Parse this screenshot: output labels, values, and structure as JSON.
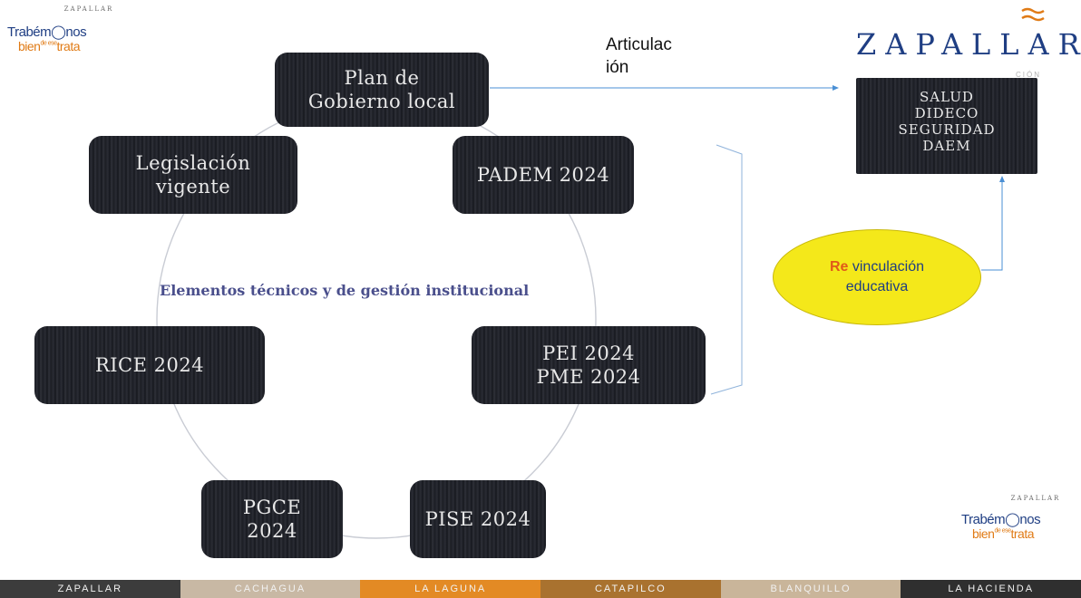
{
  "logo_top_left": {
    "small": "ZAPALLAR",
    "main": "Trabém◯nos",
    "sub_bien": "bien",
    "sub_small": "de ese",
    "sub_trata": "trata"
  },
  "logo_bottom_right": {
    "small": "ZAPALLAR",
    "main": "Trabém◯nos",
    "sub_bien": "bien",
    "sub_small": "de ese",
    "sub_trata": "trata"
  },
  "brand": {
    "name": "ZAPALLAR",
    "sub": "CIÓN"
  },
  "articulacion": "Articulac\nión",
  "cycle_nodes": [
    {
      "label": "Plan de\nGobierno local"
    },
    {
      "label": "PADEM 2024"
    },
    {
      "label": "PEI 2024\nPME 2024"
    },
    {
      "label": "PISE 2024"
    },
    {
      "label": "PGCE\n2024"
    },
    {
      "label": "RICE 2024"
    },
    {
      "label": "Legislación\nvigente"
    }
  ],
  "center_label": "Elementos técnicos y de gestión institucional",
  "departments_box": "SALUD\nDIDECO\nSEGURIDAD\nDAEM",
  "revinculacion": {
    "re": "Re",
    "rest": " vinculación\neducativa"
  },
  "footer": [
    {
      "label": "ZAPALLAR",
      "color": "#3c3c3c"
    },
    {
      "label": "CACHAGUA",
      "color": "#c8b8a4"
    },
    {
      "label": "LA LAGUNA",
      "color": "#e38a24"
    },
    {
      "label": "CATAPILCO",
      "color": "#a9722f"
    },
    {
      "label": "BLANQUILLO",
      "color": "#c9b59a"
    },
    {
      "label": "LA HACIENDA",
      "color": "#2f2f2f"
    }
  ],
  "colors": {
    "accent_blue": "#1f3e83",
    "accent_orange": "#e07b16",
    "ellipse": "#f4e81a",
    "arrow": "#4a8fd4"
  }
}
